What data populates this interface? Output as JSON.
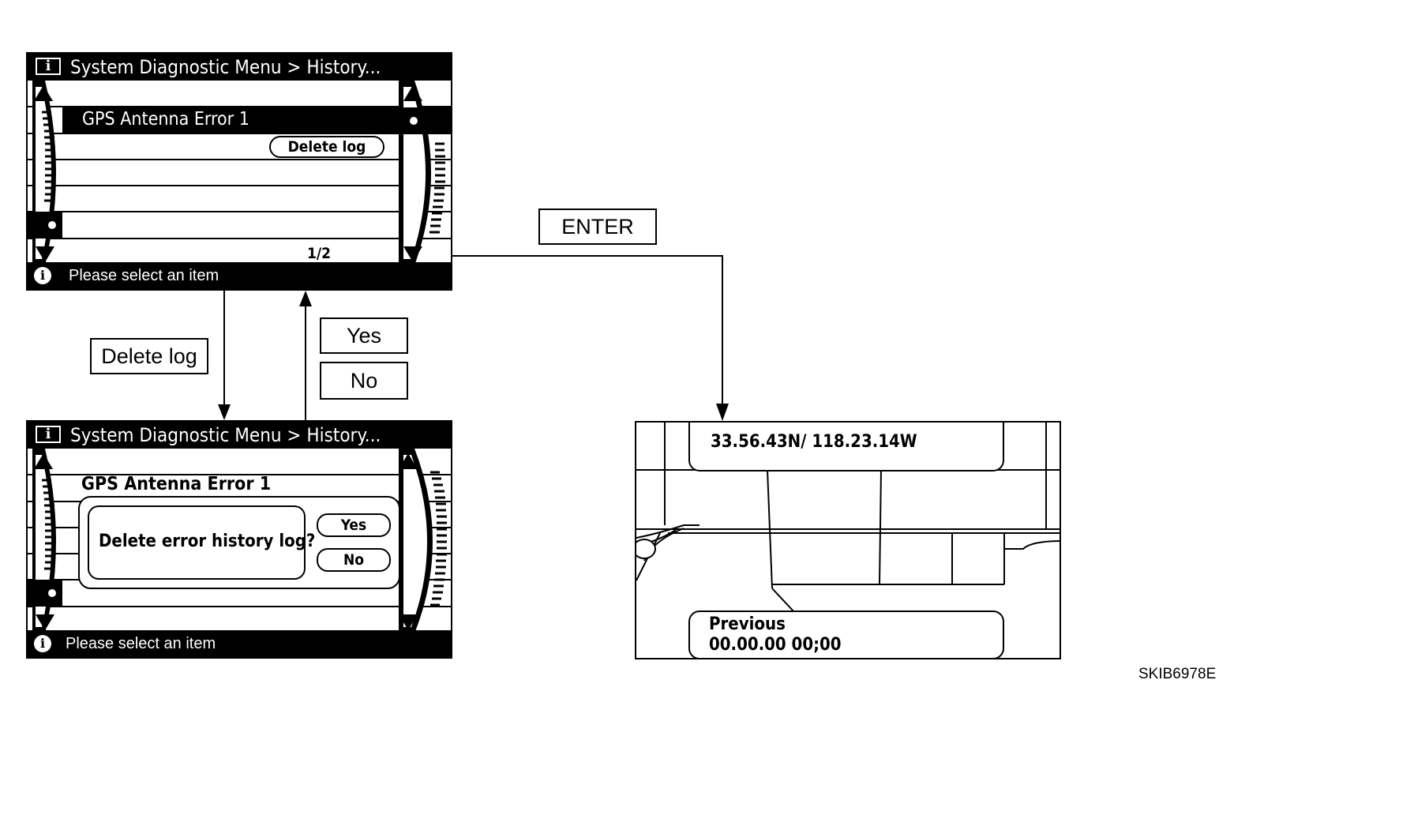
{
  "screens": {
    "history": {
      "title": "System Diagnostic Menu > History...",
      "info_glyph": "i",
      "selected_item": "GPS Antenna Error  1",
      "delete_button": "Delete log",
      "page_indicator": "1/2",
      "status": "Please select an item"
    },
    "confirm": {
      "title": "System Diagnostic Menu > History...",
      "info_glyph": "i",
      "item": "GPS Antenna Error  1",
      "dialog_message": "Delete error history log?",
      "yes_button": "Yes",
      "no_button": "No",
      "status": "Please select an item"
    },
    "map": {
      "coordinates": "33.56.43N/ 118.23.14W",
      "previous_label": "Previous",
      "previous_value": "00.00.00 00;00"
    }
  },
  "flow_labels": {
    "enter": "ENTER",
    "delete_log": "Delete log",
    "yes": "Yes",
    "no": "No"
  },
  "figure_code": "SKIB6978E",
  "icons": [
    "info-box-icon",
    "info-circle-icon",
    "scroll-up-arrow-icon",
    "scroll-down-arrow-icon",
    "scroll-position-dot-icon"
  ]
}
